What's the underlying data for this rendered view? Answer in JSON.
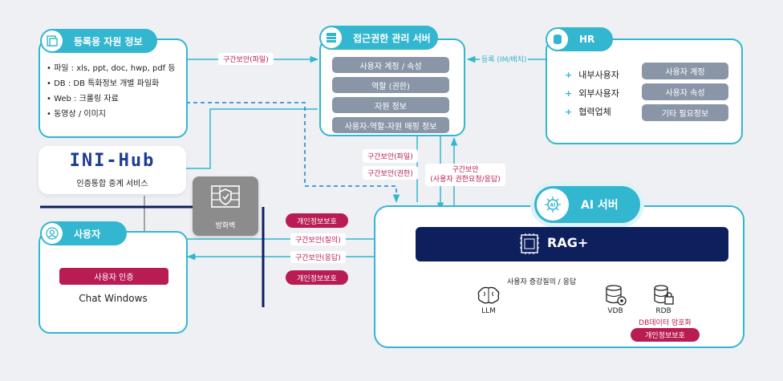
{
  "colors": {
    "teal": "#33b6cf",
    "navy": "#0d1f5c",
    "crimson": "#b81c52",
    "grey": "#8a96a8"
  },
  "resource_box": {
    "title": "등록용 자원 정보",
    "icon": "document-icon",
    "items": [
      "• 파일 : xls, ppt, doc, hwp, pdf 등",
      "• DB : DB 특화정보 개별 파일화",
      "• Web : 크롤링 자료",
      "• 동영상 / 이미지"
    ]
  },
  "access_server": {
    "title": "접근권한 관리 서버",
    "icon": "server-icon",
    "bars": [
      "사용자 계정 / 속성",
      "역할 (권한)",
      "자원 정보",
      "사용자-역할-자원 매핑 정보"
    ]
  },
  "hr": {
    "title": "HR",
    "icon": "database-icon",
    "items": [
      "내부사용자",
      "외부사용자",
      "협력업체"
    ],
    "bars": [
      "사용자 계정",
      "사용자 속성",
      "기타 필요정보"
    ]
  },
  "inihub": {
    "logo": "INI-Hub",
    "subtitle": "인증통합 중계 서비스"
  },
  "firewall": {
    "label": "방화벽",
    "icon": "firewall-shield-icon"
  },
  "user_box": {
    "title": "사용자",
    "icon": "user-icon",
    "auth_button": "사용자 인증",
    "app": "Chat Windows"
  },
  "ai_server": {
    "title": "AI 서버",
    "icon": "ai-chip-icon",
    "rag": "RAG+",
    "flow_label": "사용자 증강질의 / 응답",
    "llm": "LLM",
    "vdb": "VDB",
    "rdb": "RDB",
    "db_note": "DB데이터 암호화",
    "privacy_badge": "개인정보보호"
  },
  "connectors": {
    "file_secure": "구간보안(파일)",
    "hr_register": "등록 (IM/배치)",
    "secure_file2": "구간보안(파일)",
    "secure_role": "구간보안(권한)",
    "secure_request": "구간보안",
    "secure_request_sub": "(사용자 권한요청/응답)",
    "privacy_top": "개인정보보호",
    "secure_query": "구간보안(질의)",
    "secure_answer": "구간보안(응답)",
    "privacy_bottom": "개인정보보호"
  }
}
